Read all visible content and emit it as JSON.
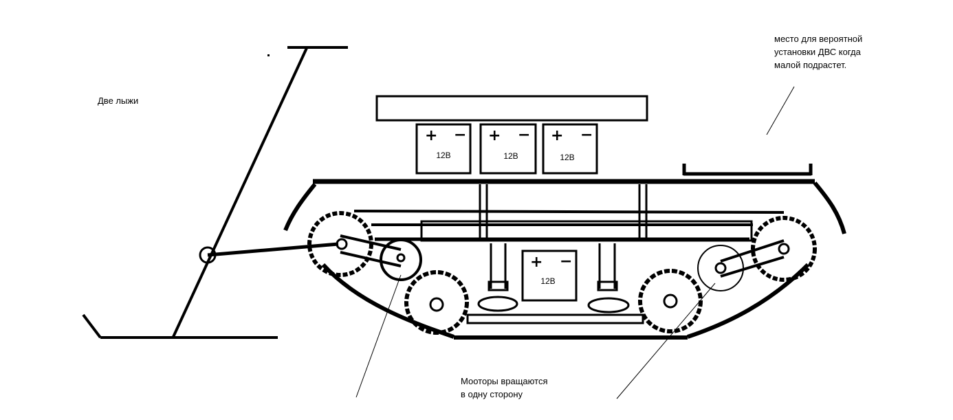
{
  "annotations": {
    "skis": "Две лыжи",
    "engine_place": "место для вероятной\nустановки ДВС когда\nмалой подрастет.",
    "motors": "Мооторы вращаются\nв одну сторону"
  },
  "battery": {
    "plus": "+",
    "minus": "−",
    "voltage": "12В"
  },
  "colors": {
    "ink": "#000000",
    "paper": "#ffffff"
  }
}
